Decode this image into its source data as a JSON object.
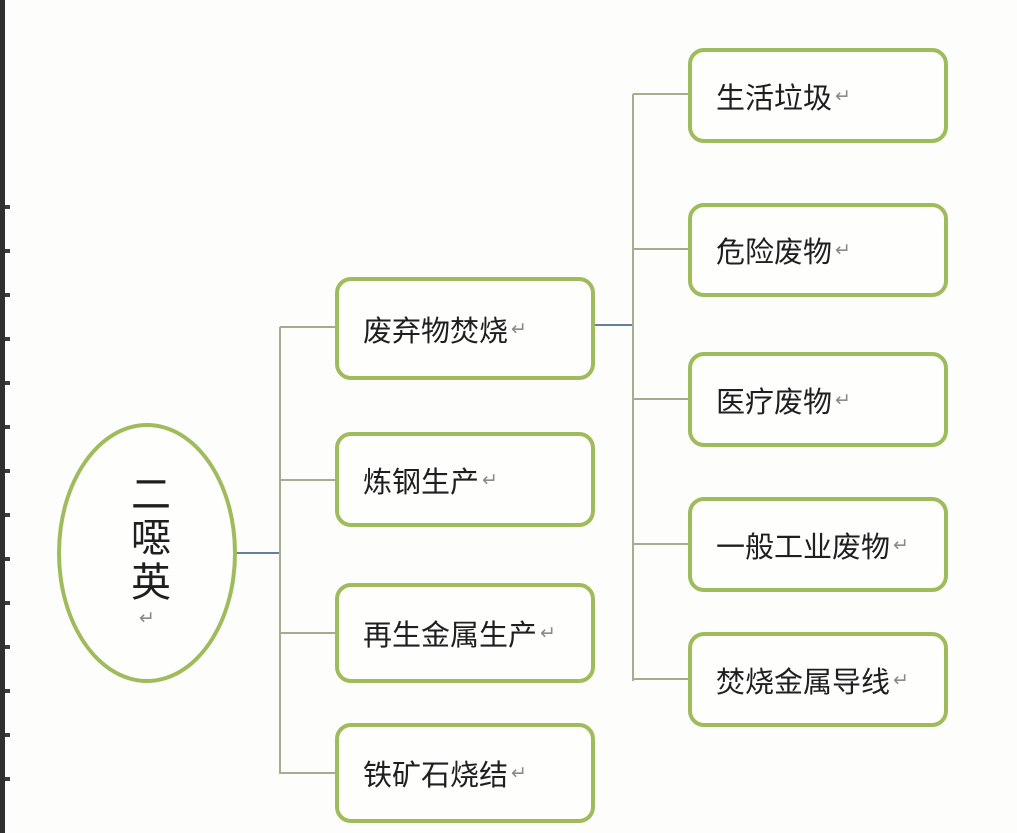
{
  "diagram": {
    "type": "hierarchy-smartart",
    "paragraph_mark": "↵",
    "root": {
      "label": "二噁英"
    },
    "level1": [
      {
        "label": "废弃物焚烧"
      },
      {
        "label": "炼钢生产"
      },
      {
        "label": "再生金属生产"
      },
      {
        "label": "铁矿石烧结"
      }
    ],
    "level2": [
      {
        "label": "生活垃圾"
      },
      {
        "label": "危险废物"
      },
      {
        "label": "医疗废物"
      },
      {
        "label": "一般工业废物"
      },
      {
        "label": "焚烧金属导线"
      }
    ],
    "colors": {
      "node_border_green": "#9fbc5c",
      "connector_green": "#a4ad90",
      "connector_blue": "#677f9e",
      "text": "#1f1f1f",
      "paragraph_mark_gray": "#8a8a8a",
      "page_edge_dark": "#2f2f2f"
    }
  }
}
